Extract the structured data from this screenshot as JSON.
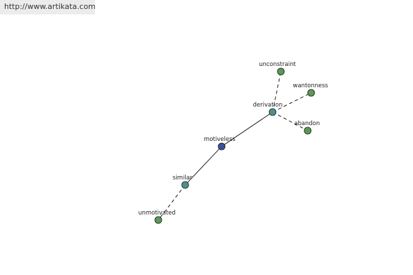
{
  "source_url": "http://www.artikata.com",
  "colors": {
    "focus": "#3f4f9f",
    "neighbor": "#4e9090",
    "leaf": "#5a9a55",
    "edge": "#000000"
  },
  "graph": {
    "nodes": [
      {
        "id": "motiveless",
        "label": "motiveless",
        "kind": "focus"
      },
      {
        "id": "derivation",
        "label": "derivation",
        "kind": "neighbor"
      },
      {
        "id": "similar",
        "label": "similar",
        "kind": "neighbor"
      },
      {
        "id": "unconstraint",
        "label": "unconstraint",
        "kind": "leaf"
      },
      {
        "id": "wantonness",
        "label": "wantonness",
        "kind": "leaf"
      },
      {
        "id": "abandon",
        "label": "abandon",
        "kind": "leaf"
      },
      {
        "id": "unmotivated",
        "label": "unmotivated",
        "kind": "leaf"
      }
    ],
    "edges": [
      {
        "from": "motiveless",
        "to": "derivation",
        "style": "solid"
      },
      {
        "from": "motiveless",
        "to": "similar",
        "style": "solid"
      },
      {
        "from": "derivation",
        "to": "unconstraint",
        "style": "dashed"
      },
      {
        "from": "derivation",
        "to": "wantonness",
        "style": "dashed"
      },
      {
        "from": "derivation",
        "to": "abandon",
        "style": "dashed"
      },
      {
        "from": "similar",
        "to": "unmotivated",
        "style": "dashed"
      }
    ]
  }
}
